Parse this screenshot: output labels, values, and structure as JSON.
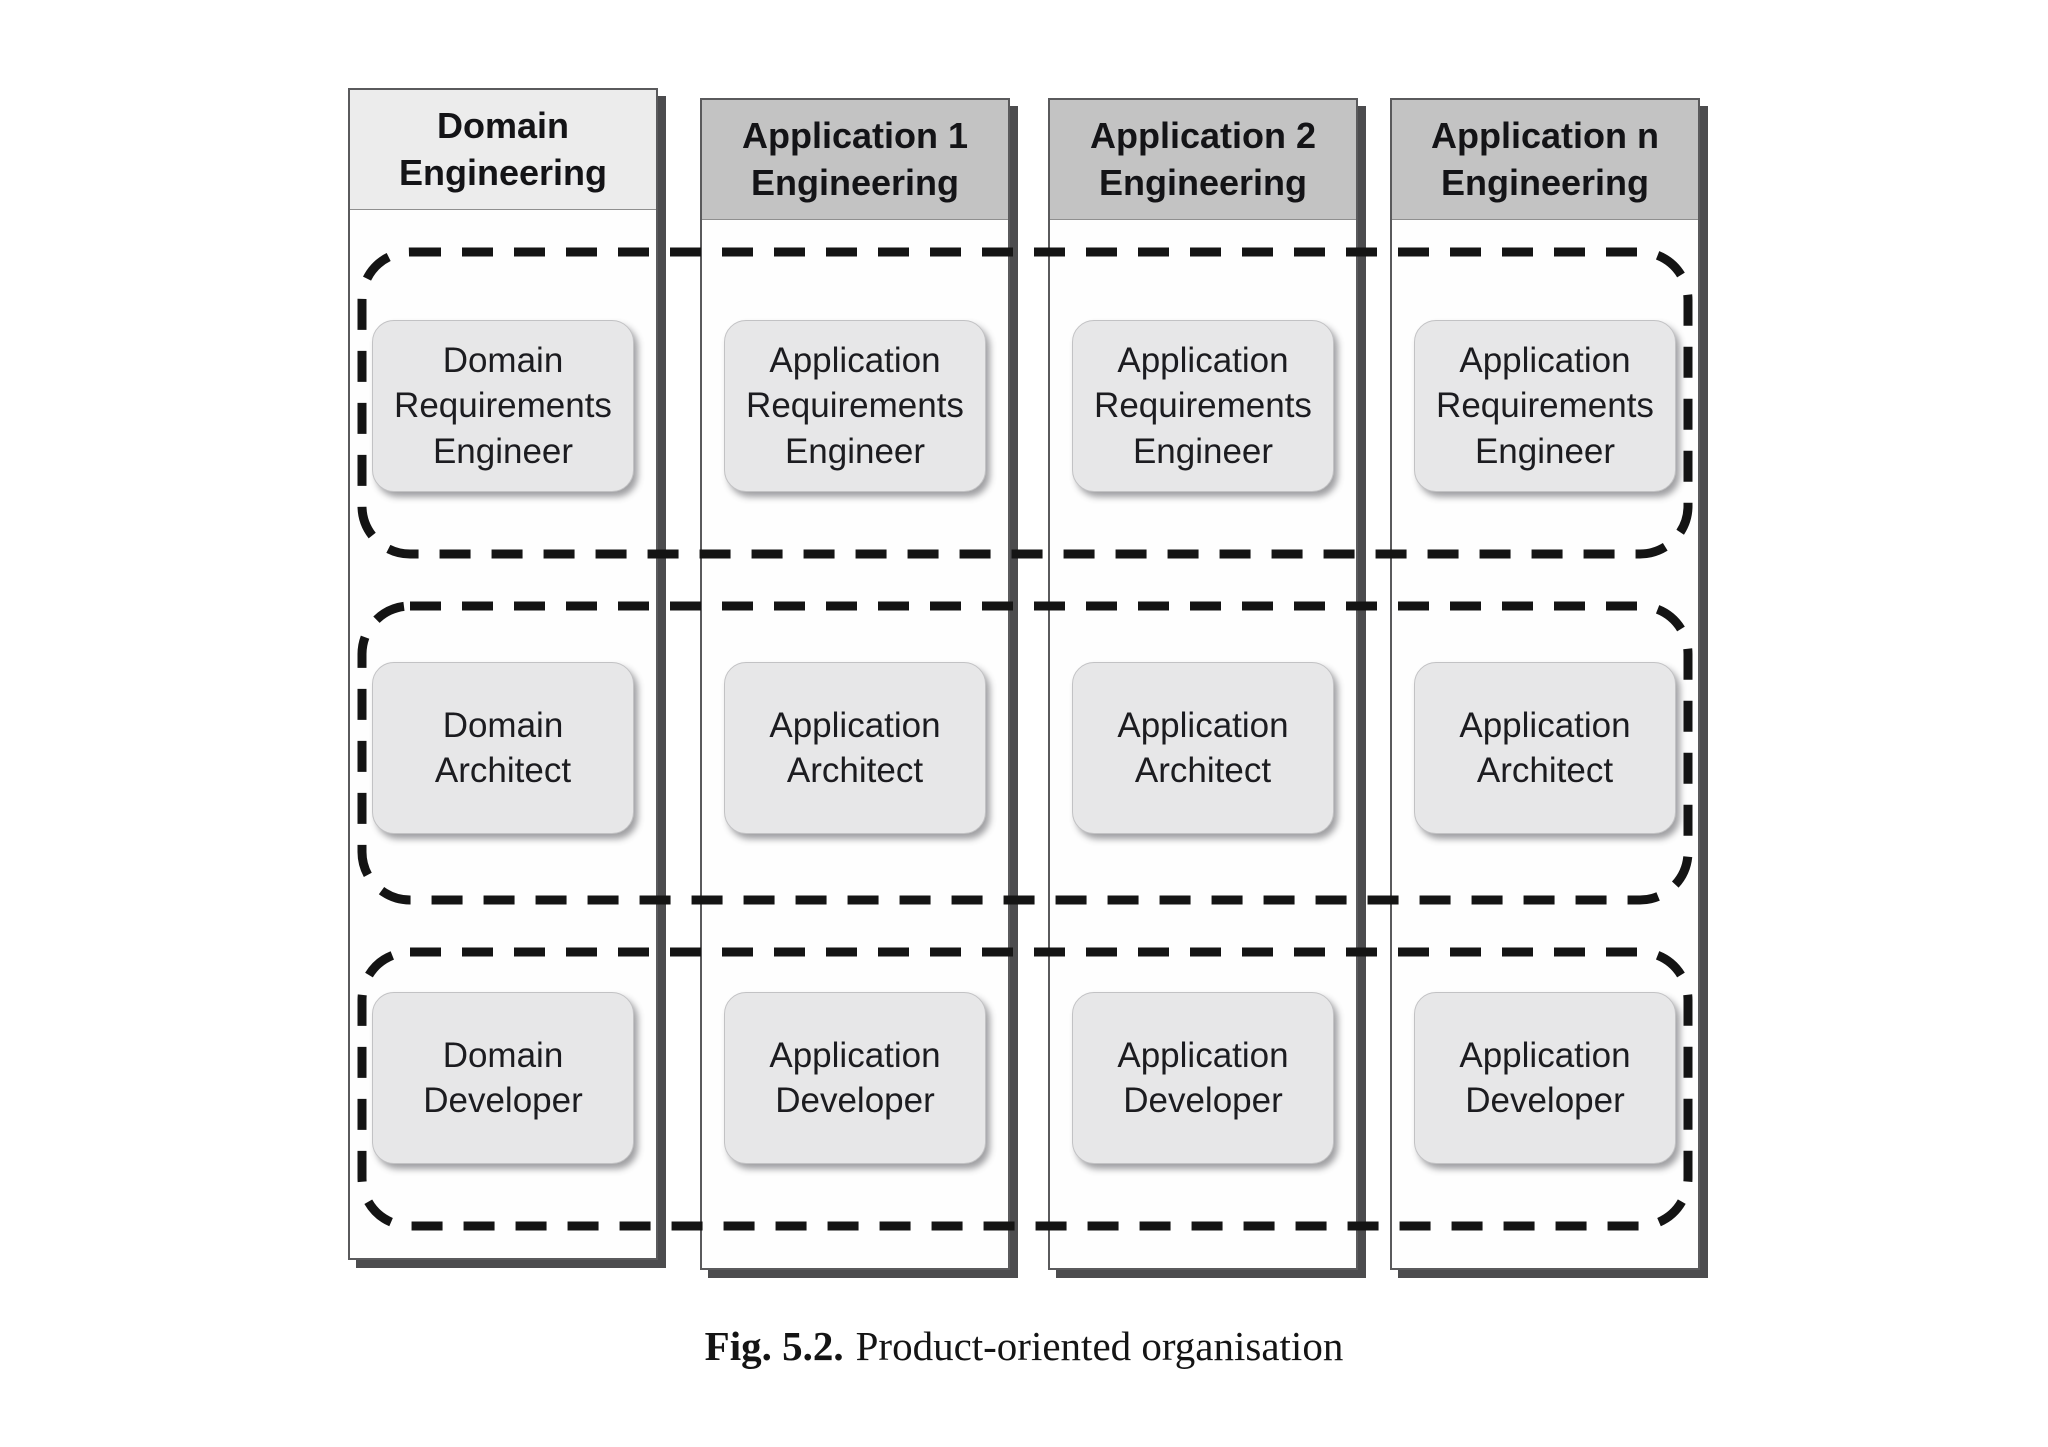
{
  "caption": {
    "label": "Fig. 5.2.",
    "title": "Product-oriented organisation"
  },
  "columns": [
    {
      "header": "Domain Engineering",
      "roles": [
        "Domain Requirements Engineer",
        "Domain Architect",
        "Domain Developer"
      ]
    },
    {
      "header": "Application 1 Engineering",
      "roles": [
        "Application Requirements Engineer",
        "Application Architect",
        "Application Developer"
      ]
    },
    {
      "header": "Application 2 Engineering",
      "roles": [
        "Application Requirements Engineer",
        "Application Architect",
        "Application Developer"
      ]
    },
    {
      "header": "Application n Engineering",
      "roles": [
        "Application Requirements Engineer",
        "Application Architect",
        "Application Developer"
      ]
    }
  ],
  "colors": {
    "header_light": "#ececec",
    "header_gray": "#c3c3c3",
    "role_box": "#e7e7e8",
    "column_shadow": "#4c4c4e",
    "dash": "#141414"
  }
}
